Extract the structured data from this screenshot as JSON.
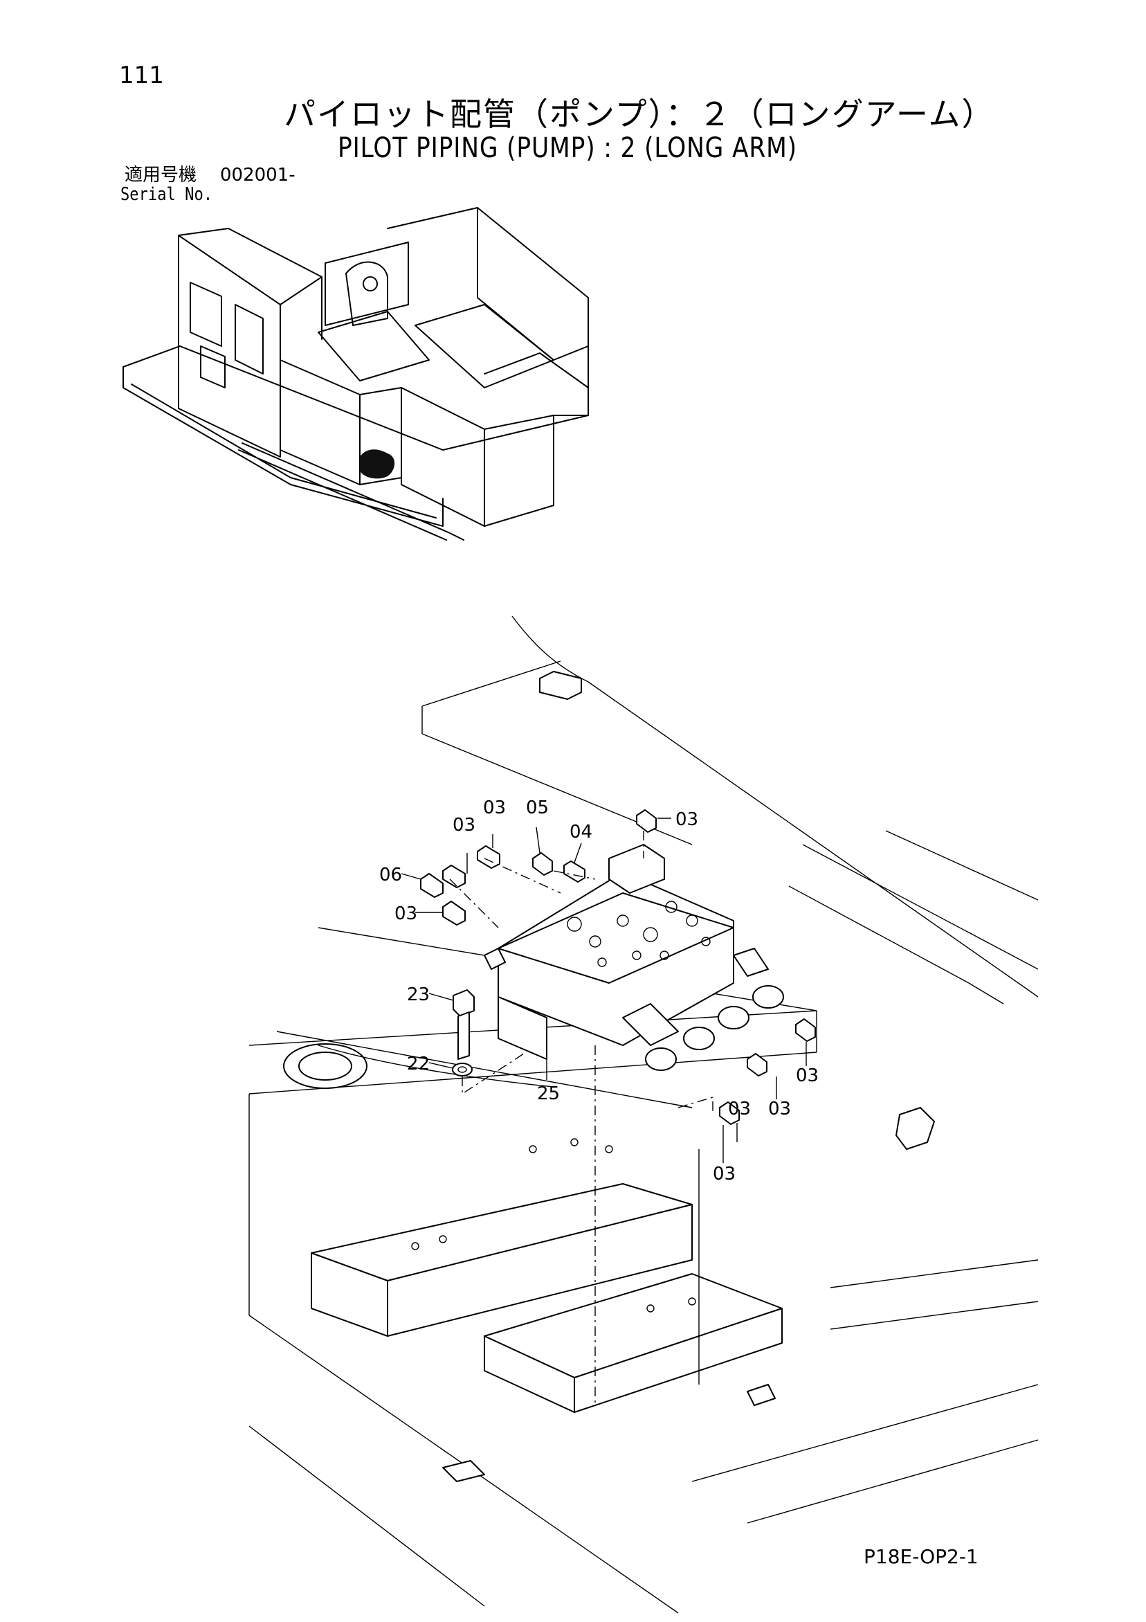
{
  "page_number": "111",
  "title_jp": "パイロット配管（ポンプ）：２（ロングアーム）",
  "title_en": "PILOT PIPING (PUMP) : 2 (LONG ARM)",
  "serial_label_jp": "適用号機",
  "serial_number": "002001-",
  "serial_label_en": "Serial No.",
  "drawing_code": "P18E-OP2-1",
  "callouts": [
    "03",
    "03",
    "05",
    "04",
    "03",
    "06",
    "03",
    "23",
    "22",
    "25",
    "03",
    "03",
    "03",
    "03"
  ]
}
